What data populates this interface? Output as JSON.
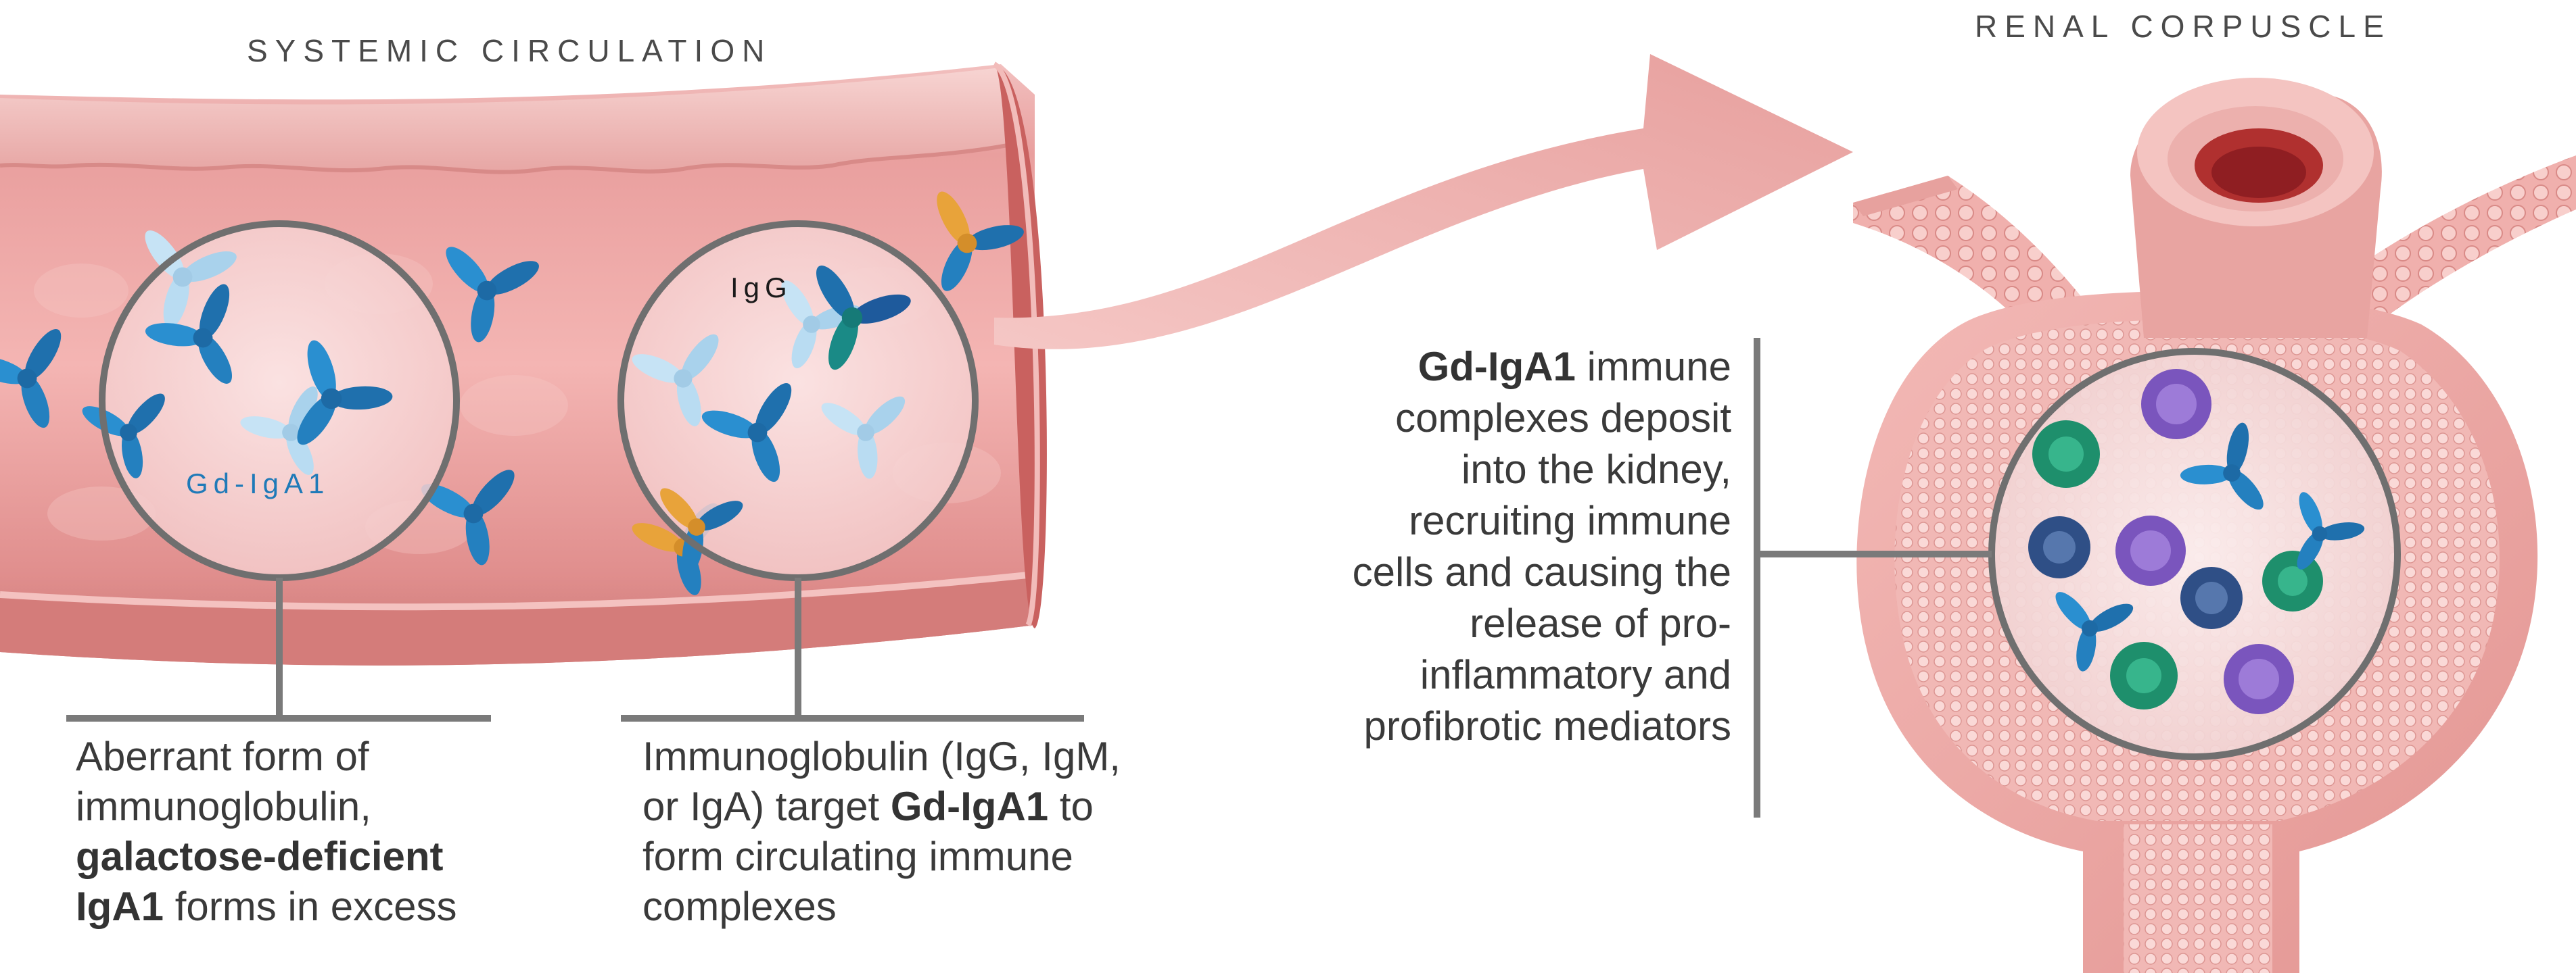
{
  "sections": {
    "systemic": "SYSTEMIC CIRCULATION",
    "renal": "RENAL CORPUSCLE"
  },
  "labels": {
    "gd_iga1": "Gd-IgA1",
    "igg": "IgG"
  },
  "captions": {
    "aberrant": {
      "line1": "Aberrant form of",
      "line2": "immunoglobulin,",
      "bold1": "galactose-deficient",
      "bold2": "IgA1",
      "rest": " forms in excess"
    },
    "immunoglobulin": {
      "line1": "Immunoglobulin (IgG, IgM,",
      "line2": "or IgA) target ",
      "bold": "Gd-IgA1",
      "line2_end": " to",
      "line3": "form circulating immune",
      "line4": "complexes"
    },
    "kidney": {
      "bold": "Gd-IgA1",
      "line1_end": " immune",
      "line2": "complexes deposit",
      "line3": "into the kidney,",
      "line4": "recruiting immune",
      "line5": "cells and causing the",
      "line6": "release of pro-",
      "line7": "inflammatory and",
      "line8": "profibrotic mediators"
    }
  },
  "colors": {
    "vessel": "#e9a2a2",
    "vessel_dark": "#c96e6e",
    "arrow": "#eba8a6",
    "antibody_blue": "#1f7ab8",
    "antibody_light": "#a8d4ef",
    "igg_teal": "#1a8a86",
    "orange": "#e8a33a",
    "cell_purple": "#8a63c9",
    "cell_green": "#27a27c",
    "cell_navy": "#3a5d94",
    "leader": "#7a7a7a"
  }
}
